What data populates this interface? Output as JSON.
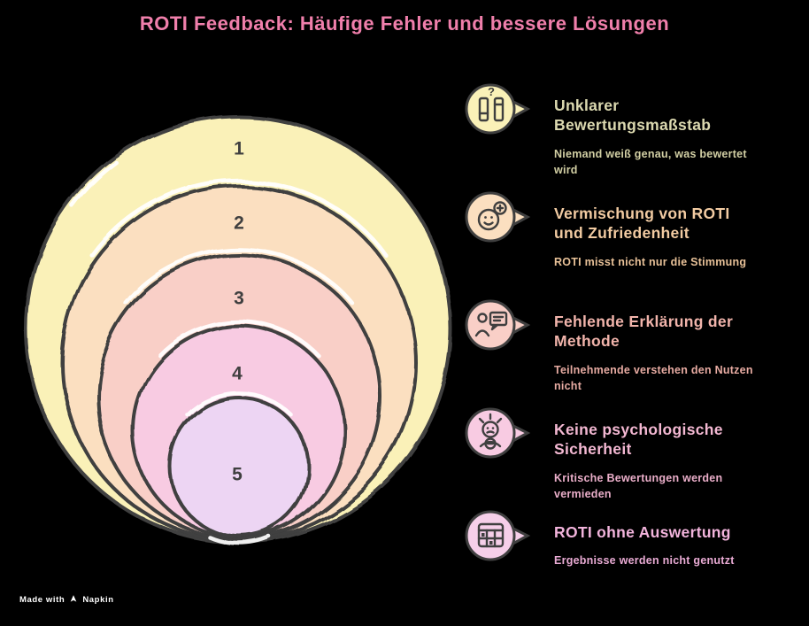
{
  "title": "ROTI Feedback: Häufige Fehler und bessere Lösungen",
  "colors": {
    "background": "#000000",
    "title_text": "#f07fab",
    "sketch_stroke": "#3f3f3f",
    "footer_text": "#ffffff"
  },
  "rings": [
    {
      "number": "1",
      "fill": "#faf1b8"
    },
    {
      "number": "2",
      "fill": "#fbdfc0"
    },
    {
      "number": "3",
      "fill": "#f9cfc7"
    },
    {
      "number": "4",
      "fill": "#f8cbe2"
    },
    {
      "number": "5",
      "fill": "#edd5f3"
    }
  ],
  "items": [
    {
      "icon": "rating-scale-question-icon",
      "icon_glyph": "?",
      "bubble": "#faf1b8",
      "title": "Unklarer Bewertungsmaßstab",
      "subtitle": "Niemand weiß genau, was bewertet wird",
      "title_color": "#dcd9b0",
      "subtitle_color": "#d2cfa4"
    },
    {
      "icon": "smiley-plus-icon",
      "bubble": "#fbdfc0",
      "title": "Vermischung von ROTI und Zufriedenheit",
      "subtitle": "ROTI misst nicht nur die Stimmung",
      "title_color": "#f2cba2",
      "subtitle_color": "#e8c198"
    },
    {
      "icon": "person-explaining-icon",
      "bubble": "#f9cfc7",
      "title": "Fehlende Erklärung der Methode",
      "subtitle": "Teilnehmende verstehen den Nutzen nicht",
      "title_color": "#f1b4ab",
      "subtitle_color": "#e7aba2"
    },
    {
      "icon": "stressed-person-icon",
      "bubble": "#f8cbe2",
      "title": "Keine psychologische Sicherheit",
      "subtitle": "Kritische Bewertungen werden vermieden",
      "title_color": "#f3b8d2",
      "subtitle_color": "#eaaec9"
    },
    {
      "icon": "report-table-icon",
      "bubble": "#f6cfe9",
      "title": "ROTI ohne Auswertung",
      "subtitle": "Ergebnisse werden nicht genutzt",
      "title_color": "#f2b4dc",
      "subtitle_color": "#e9abd4"
    }
  ],
  "footer": {
    "made_with": "Made with",
    "brand": "Napkin"
  }
}
